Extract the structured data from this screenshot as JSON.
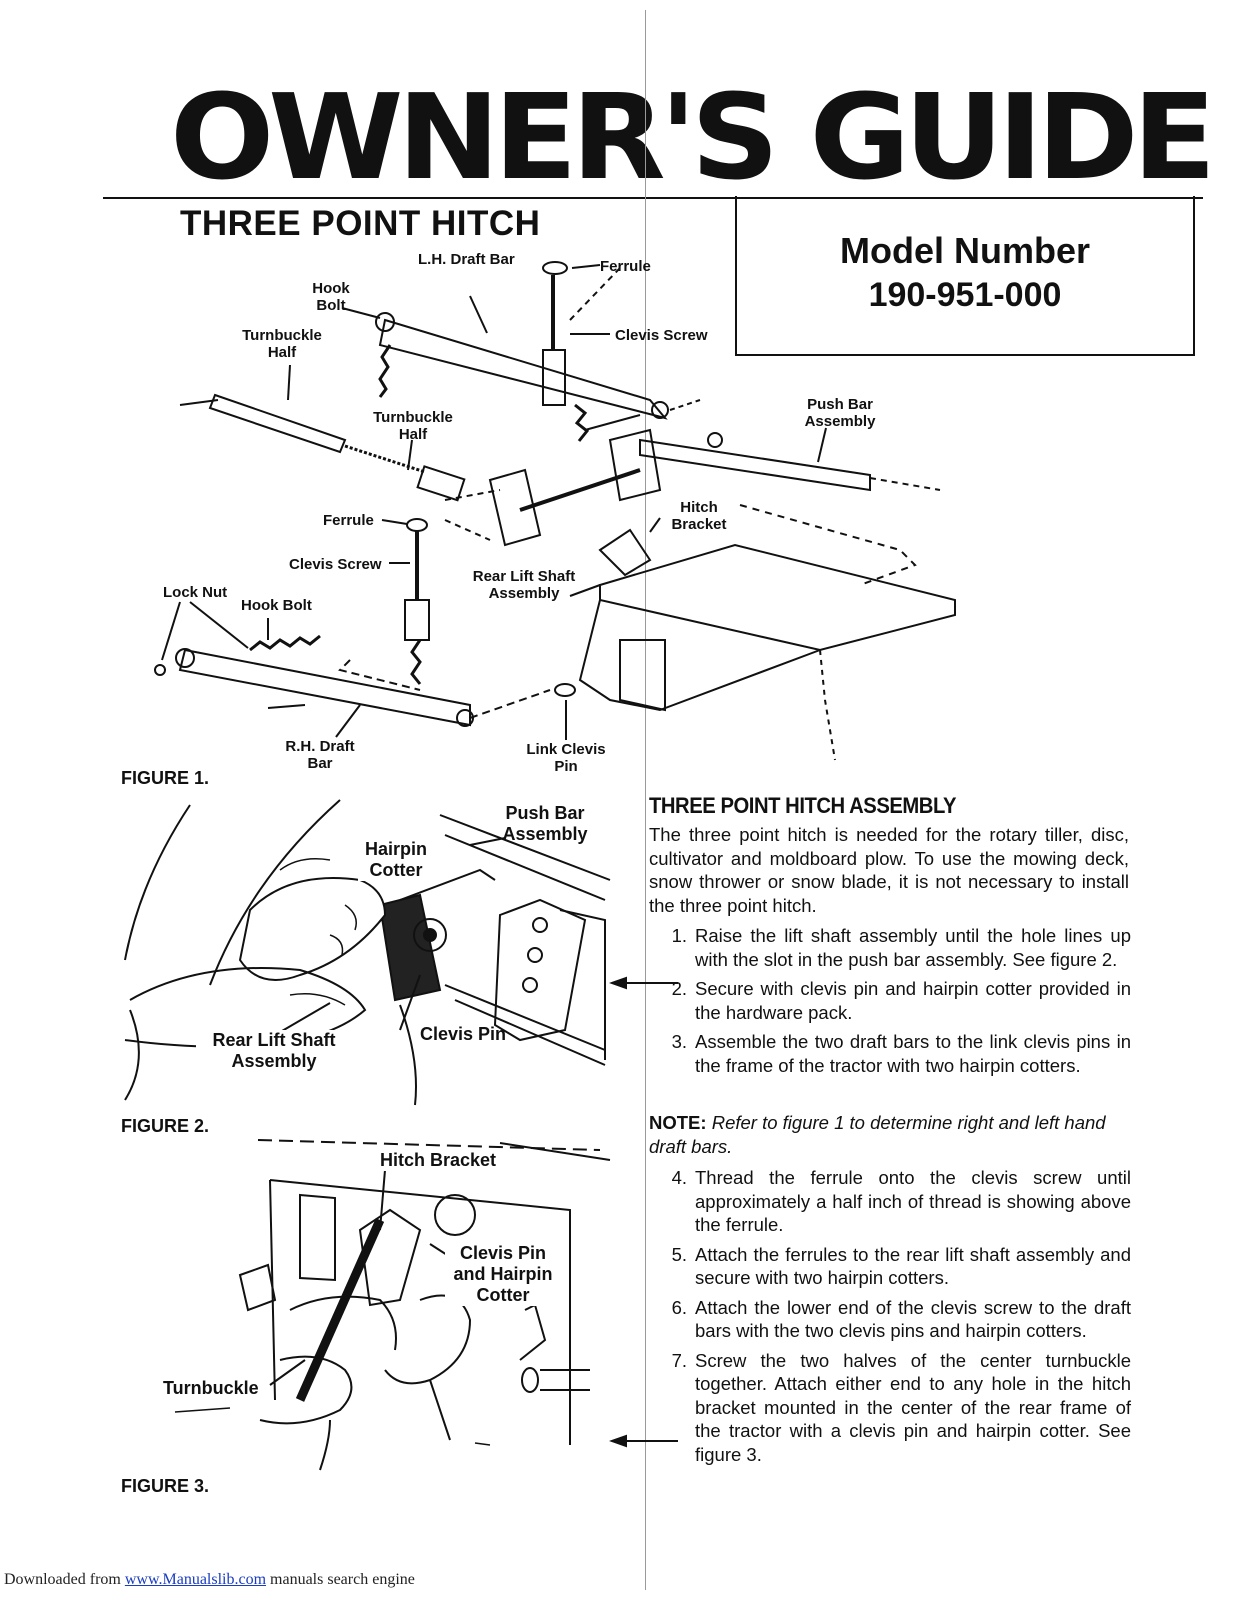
{
  "header": {
    "title": "OWNER'S GUIDE",
    "subtitle": "THREE POINT HITCH",
    "model_label": "Model Number",
    "model_number": "190-951-000"
  },
  "figure1": {
    "caption": "FIGURE 1.",
    "labels": {
      "lh_draft_bar": "L.H. Draft Bar",
      "ferrule_top": "Ferrule",
      "hook_bolt_top": "Hook Bolt",
      "turnbuckle_half_left": "Turnbuckle Half",
      "clevis_screw_top": "Clevis Screw",
      "push_bar_assembly": "Push Bar Assembly",
      "turnbuckle_half_mid": "Turnbuckle Half",
      "hitch_bracket": "Hitch Bracket",
      "ferrule_mid": "Ferrule",
      "clevis_screw_mid": "Clevis Screw",
      "rear_lift_shaft_assembly": "Rear Lift Shaft Assembly",
      "lock_nut": "Lock Nut",
      "hook_bolt_bottom": "Hook Bolt",
      "rh_draft_bar": "R.H. Draft Bar",
      "link_clevis_pin": "Link Clevis Pin"
    }
  },
  "figure2": {
    "caption": "FIGURE 2.",
    "labels": {
      "push_bar_assembly": "Push Bar Assembly",
      "hairpin_cotter": "Hairpin Cotter",
      "rear_lift_shaft_assembly": "Rear Lift Shaft Assembly",
      "clevis_pin": "Clevis Pin"
    }
  },
  "figure3": {
    "caption": "FIGURE 3.",
    "labels": {
      "hitch_bracket": "Hitch Bracket",
      "clevis_pin_hairpin_cotter": "Clevis Pin and Hairpin Cotter",
      "turnbuckle": "Turnbuckle"
    }
  },
  "assembly": {
    "heading": "THREE POINT HITCH ASSEMBLY",
    "intro": "The three point hitch is needed for the rotary tiller, disc, cultivator and moldboard plow. To use the mowing deck, snow thrower or snow blade, it is not necessary to install the three point hitch.",
    "steps_a": [
      {
        "num": "1.",
        "text": "Raise the lift shaft assembly until the hole lines up with the slot in the push bar assembly. See figure 2."
      },
      {
        "num": "2.",
        "text": "Secure with clevis pin and hairpin cotter provided in the hardware pack."
      },
      {
        "num": "3.",
        "text": "Assemble the two draft bars to the link clevis pins in the frame of the tractor with two hairpin cotters."
      }
    ],
    "note_label": "NOTE:",
    "note_text": "Refer to figure 1 to determine right and left hand draft bars.",
    "steps_b": [
      {
        "num": "4.",
        "text": "Thread the ferrule onto the clevis screw until approximately a half inch of thread is showing above the ferrule."
      },
      {
        "num": "5.",
        "text": "Attach the ferrules to the rear lift shaft assembly and secure with two hairpin cotters."
      },
      {
        "num": "6.",
        "text": "Attach the lower end of the clevis screw to the draft bars with the two clevis pins and hairpin cotters."
      },
      {
        "num": "7.",
        "text": "Screw the two halves of the center turnbuckle together. Attach either end to any hole in the hitch bracket mounted in the center of the rear frame of the tractor with a clevis pin and hairpin cotter. See figure 3."
      }
    ]
  },
  "footer": {
    "prefix": "Downloaded from ",
    "link": "www.Manualslib.com",
    "suffix": " manuals search engine"
  }
}
